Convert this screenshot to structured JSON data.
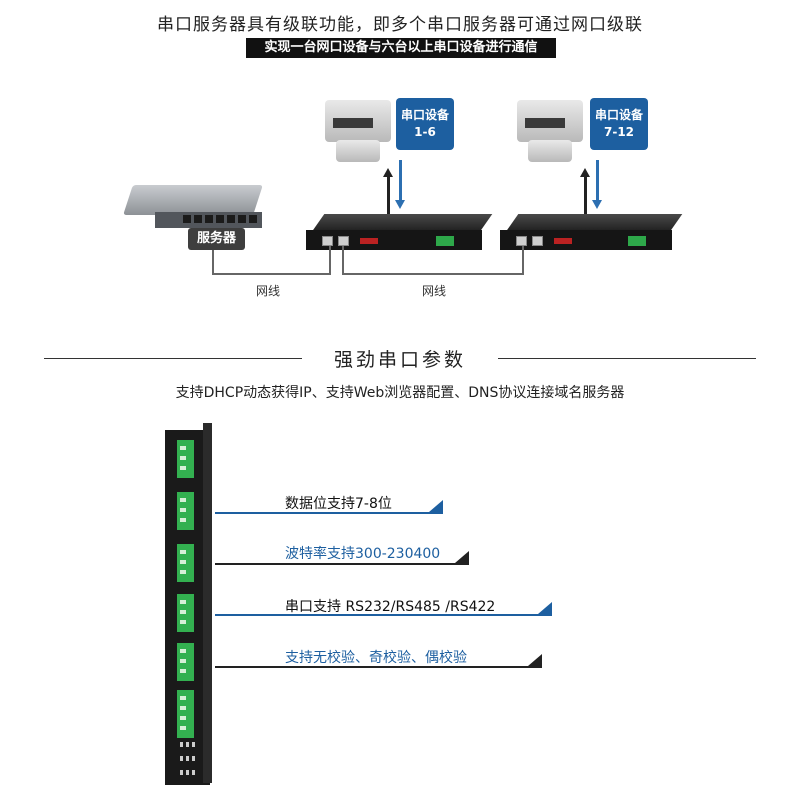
{
  "header": {
    "headline": "串口服务器具有级联功能，即多个串口服务器可通过网口级联",
    "banner": "实现一台网口设备与六台以上串口设备进行通信"
  },
  "diagram": {
    "device_group_1": {
      "title": "串口设备",
      "range": "1-6"
    },
    "device_group_2": {
      "title": "串口设备",
      "range": "7-12"
    },
    "server_label": "服务器",
    "cable_label_1": "网线",
    "cable_label_2": "网线"
  },
  "section": {
    "title": "强劲串口参数",
    "features": "支持DHCP动态获得IP、支持Web浏览器配置、DNS协议连接域名服务器"
  },
  "params": [
    {
      "text": "数据位支持7-8位",
      "color": "black"
    },
    {
      "text": "波特率支持300-230400",
      "color": "blue"
    },
    {
      "text": "串口支持 RS232/RS485 /RS422",
      "color": "black"
    },
    {
      "text": "支持无校验、奇校验、偶校验",
      "color": "blue"
    }
  ],
  "colors": {
    "accent_blue": "#1d5fa0",
    "terminal_green": "#33b050",
    "dark": "#1a1a1a"
  }
}
